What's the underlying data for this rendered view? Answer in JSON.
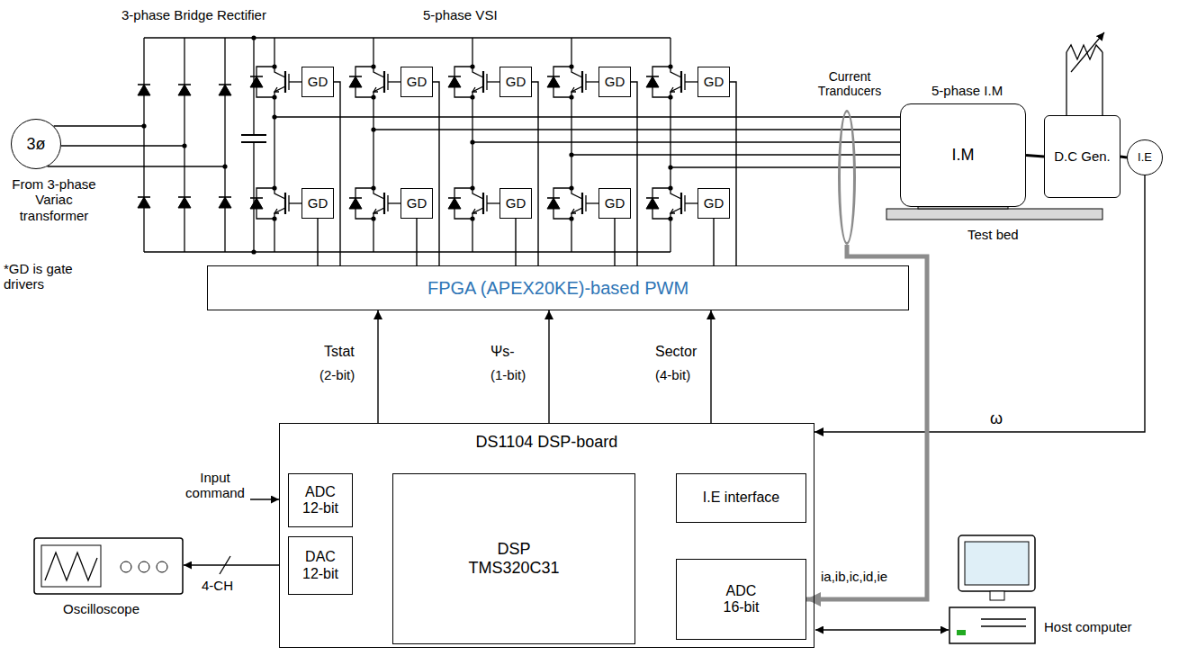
{
  "diagram": {
    "nodes": [
      {
        "text": [
          "3ø"
        ]
      },
      {
        "text": [
          "GD"
        ]
      },
      {
        "text": [
          "GD"
        ]
      },
      {
        "text": [
          "GD"
        ]
      },
      {
        "text": [
          "GD"
        ]
      },
      {
        "text": [
          "GD"
        ]
      },
      {
        "text": [
          "GD"
        ]
      },
      {
        "text": [
          "GD"
        ]
      },
      {
        "text": [
          "GD"
        ]
      },
      {
        "text": [
          "GD"
        ]
      },
      {
        "text": [
          "GD"
        ]
      },
      {
        "text": [
          "Current Tranducers"
        ]
      },
      {
        "text": [
          "I.M"
        ]
      },
      {
        "text": [
          "D.C Gen."
        ]
      },
      {
        "text": [
          "I.E"
        ]
      },
      {
        "text": [
          "FPGA (APEX20KE)-based PWM"
        ]
      },
      {
        "text": [
          "DS1104 DSP-board"
        ]
      },
      {
        "text": [
          "ADC 12-bit"
        ],
        "in": 16
      },
      {
        "text": [
          "DAC 12-bit"
        ],
        "in": 16
      },
      {
        "text": [
          "DSP TMS320C31"
        ],
        "in": 16
      },
      {
        "text": [
          "I.E interface"
        ],
        "in": 16
      },
      {
        "text": [
          "ADC 16-bit"
        ],
        "in": 16
      }
    ],
    "edges": [
      {
        "from": 15,
        "to": 1,
        "arrow": "none"
      },
      {
        "from": 15,
        "to": 2,
        "arrow": "none"
      },
      {
        "from": 15,
        "to": 3,
        "arrow": "none"
      },
      {
        "from": 15,
        "to": 4,
        "arrow": "none"
      },
      {
        "from": 15,
        "to": 5,
        "arrow": "none"
      },
      {
        "from": 15,
        "to": 6,
        "arrow": "none"
      },
      {
        "from": 15,
        "to": 7,
        "arrow": "none"
      },
      {
        "from": 15,
        "to": 8,
        "arrow": "none"
      },
      {
        "from": 15,
        "to": 9,
        "arrow": "none"
      },
      {
        "from": 15,
        "to": 10,
        "arrow": "none"
      },
      {
        "from": 16,
        "to": 15,
        "arrow": "to"
      },
      {
        "from": 16,
        "to": 15,
        "arrow": "to"
      },
      {
        "from": 16,
        "to": 15,
        "arrow": "to"
      },
      {
        "from": 14,
        "to": 16,
        "arrow": "to"
      },
      {
        "from": 11,
        "to": 21,
        "arrow": "to"
      },
      {
        "from": 12,
        "to": 13,
        "arrow": "none"
      },
      {
        "from": 13,
        "to": 14,
        "arrow": "none"
      }
    ],
    "labels": [
      "3-phase Bridge Rectifier",
      "5-phase VSI",
      "From 3-phase Variac transformer",
      "*GD is gate drivers",
      "5-phase I.M",
      "Test bed",
      "Tstat",
      "(2-bit)",
      "Ψs-",
      "(1-bit)",
      "Sector",
      "(4-bit)",
      "Input command",
      "4-CH",
      "Oscilloscope",
      "ω",
      "ia,ib,ic,id,ie",
      "Host computer"
    ]
  }
}
